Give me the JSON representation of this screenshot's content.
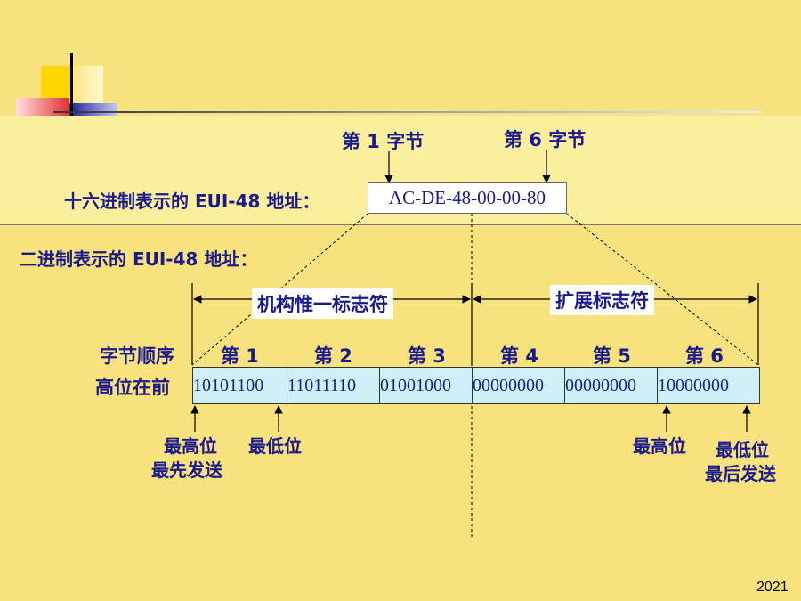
{
  "first_byte_label": "第 1 字节",
  "sixth_byte_label": "第 6 字节",
  "hex_label": "十六进制表示的 EUI-48 地址：",
  "hex_value": "AC-DE-48-00-00-80",
  "binary_label": "二进制表示的 EUI-48 地址：",
  "oui_label": "机构惟一标志符",
  "ext_label": "扩展标志符",
  "byte_order_label": "字节顺序",
  "high_bit_first_label": "高位在前",
  "byte_headers": [
    "第 1",
    "第 2",
    "第 3",
    "第 4",
    "第 5",
    "第 6"
  ],
  "byte_values": [
    "10101100",
    "11011110",
    "01001000",
    "00000000",
    "00000000",
    "10000000"
  ],
  "annotations": {
    "msb_left": "最高位",
    "sent_first": "最先发送",
    "lsb_left": "最低位",
    "msb_right": "最高位",
    "lsb_right": "最低位",
    "sent_last": "最后发送"
  },
  "page_number": "2021"
}
